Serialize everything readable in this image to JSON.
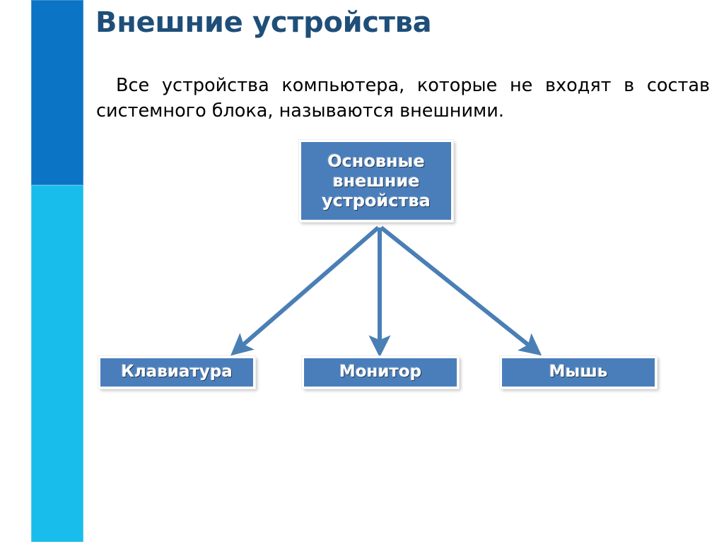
{
  "slide": {
    "title": "Внешние устройства",
    "body_text": "Все  устройства компьютера, которые не входят в состав системного блока, называются внешними.",
    "background_color": "#ffffff"
  },
  "accent_bar": {
    "top_color": "#0b74c4",
    "bottom_color": "#18bdec"
  },
  "theme": {
    "title_color": "#1f4e79",
    "node_fill": "#4a7ebb",
    "node_text_color": "#ffffff",
    "arrow_color": "#4a7fb5",
    "body_text_color": "#000000"
  },
  "diagram": {
    "type": "tree",
    "root": {
      "id": "root",
      "label": "Основные\nвнешние\nустройства"
    },
    "children": [
      {
        "id": "keyboard",
        "label": "Клавиатура"
      },
      {
        "id": "monitor",
        "label": "Монитор"
      },
      {
        "id": "mouse",
        "label": "Мышь"
      }
    ],
    "edges": [
      {
        "from": "root",
        "to": "keyboard",
        "style": "arrow"
      },
      {
        "from": "root",
        "to": "monitor",
        "style": "arrow"
      },
      {
        "from": "root",
        "to": "mouse",
        "style": "arrow"
      }
    ]
  }
}
